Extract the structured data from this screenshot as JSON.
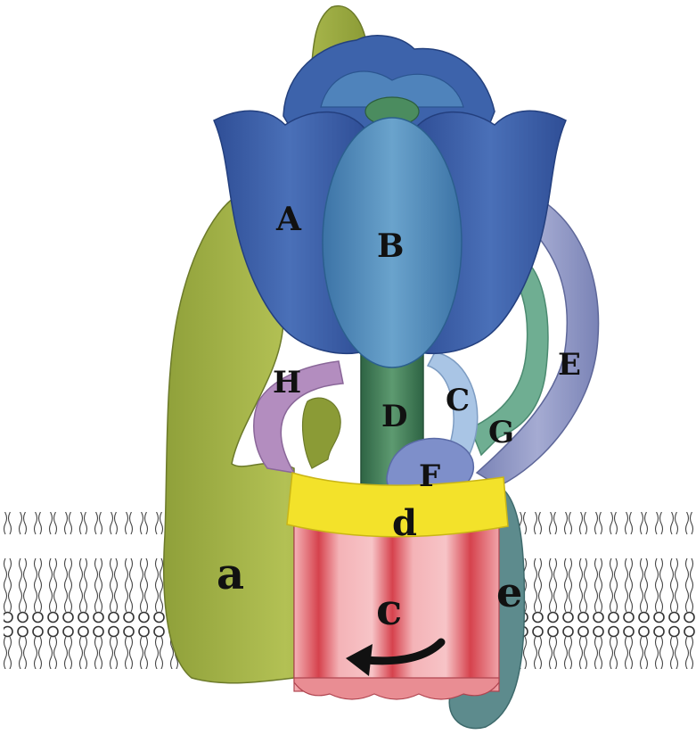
{
  "labels": {
    "A": "A",
    "B": "B",
    "C": "C",
    "D": "D",
    "E": "E",
    "F": "F",
    "G": "G",
    "H": "H",
    "a": "a",
    "c": "c",
    "d": "d",
    "e": "e"
  },
  "icons": {
    "rotation": "curved-rotation-arrow-icon"
  },
  "colors": {
    "background": "#ffffff",
    "subunit_A": "#3d5fa8",
    "subunit_B": "#4f86b6",
    "stalk_D": "#3f7a55",
    "subunit_C": "#a9c5e4",
    "subunit_E": "#8d94c2",
    "subunit_F": "#7e8fc9",
    "subunit_G": "#6fb096",
    "subunit_H": "#b28cbf",
    "subunit_a": "#9fb243",
    "ring_c_light": "#f2a8ad",
    "ring_c_dark": "#d2464f",
    "subunit_d": "#f2e22b",
    "subunit_e": "#5f8a8d",
    "lipid": "#333333"
  }
}
